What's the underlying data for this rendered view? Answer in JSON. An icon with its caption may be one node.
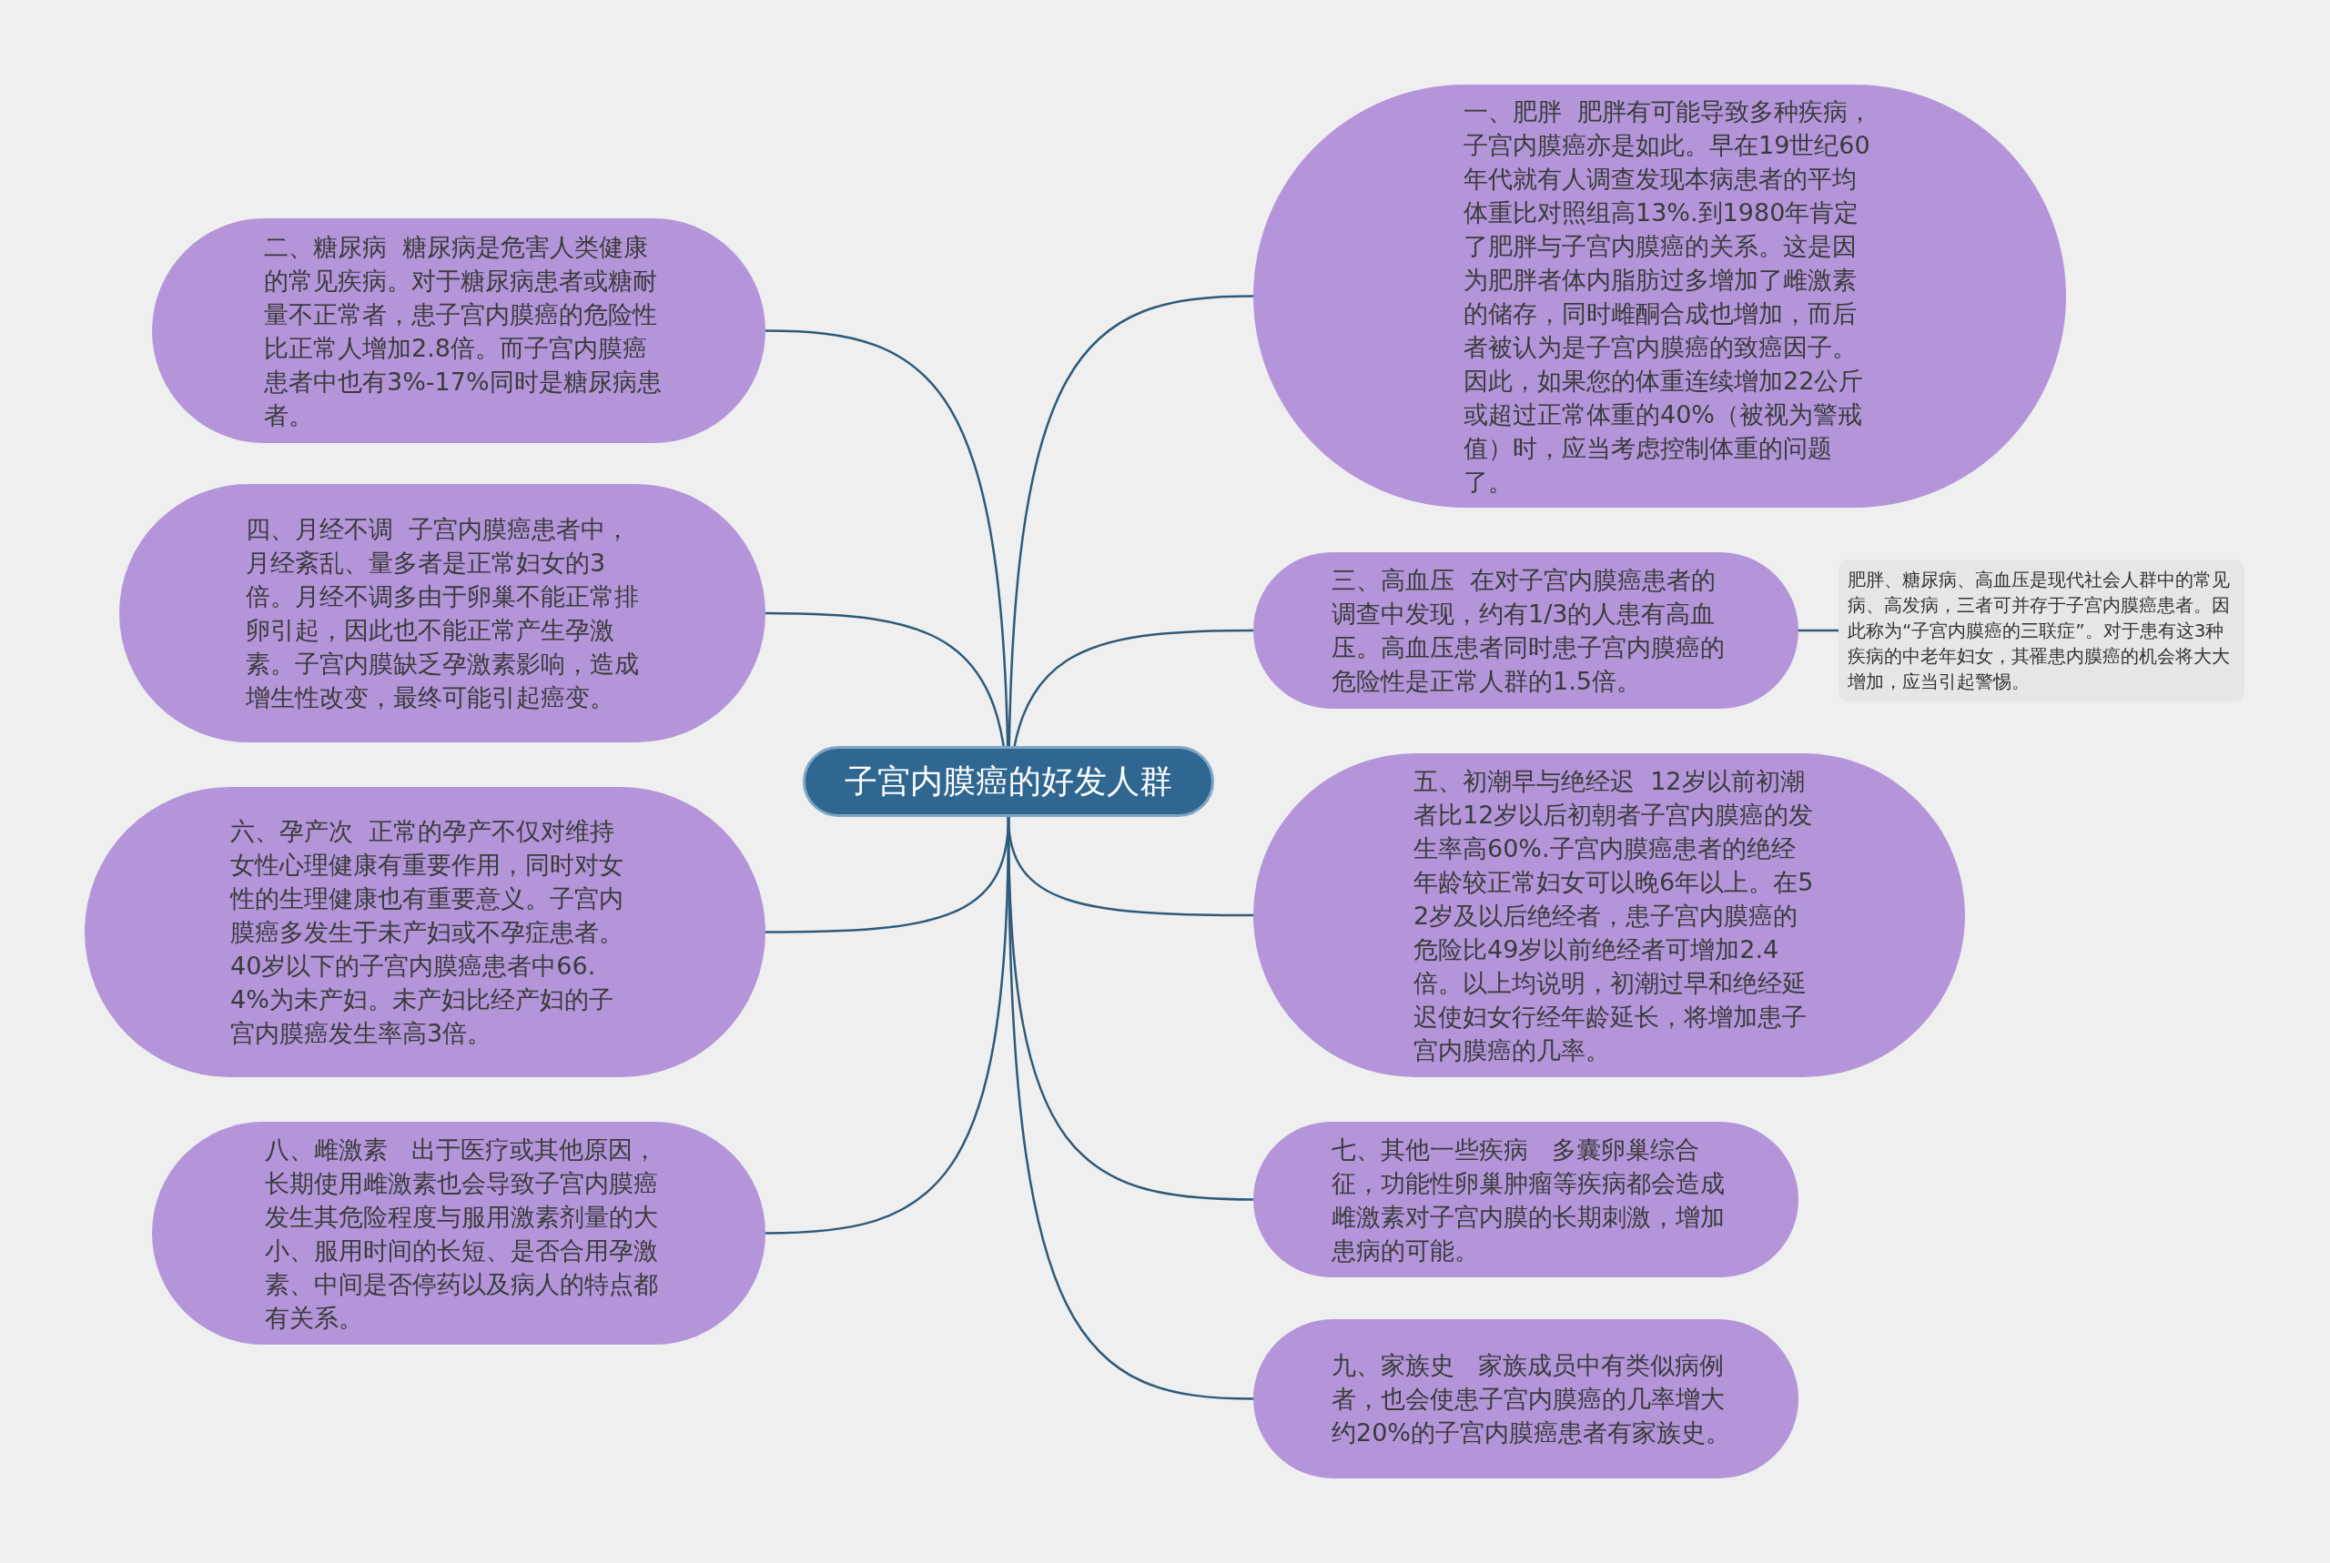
{
  "diagram": {
    "nodes": [
      {
        "text": [
          "子宫内膜癌的好发人群"
        ]
      },
      {
        "text": [
          "一、肥胖  肥胖有可能导致多种疾病，子宫内膜癌亦是如此。早在19世纪60年代就有人调查发现本病患者的平均体重比对照组高13%.到1980年肯定了肥胖与子宫内膜癌的关系。这是因为肥胖者体内脂肪过多增加了雌激素的储存，同时雌酮合成也增加，而后者被认为是子宫内膜癌的致癌因子。因此，如果您的体重连续增加22公斤或超过正常体重的40%（被视为警戒值）时，应当考虑控制体重的问题了。"
        ]
      },
      {
        "text": [
          "二、糖尿病  糖尿病是危害人类健康的常见疾病。对于糖尿病患者或糖耐量不正常者，患子宫内膜癌的危险性比正常人增加2.8倍。而子宫内膜癌患者中也有3%-17%同时是糖尿病患者。"
        ]
      },
      {
        "text": [
          "三、高血压  在对子宫内膜癌患者的调查中发现，约有1/3的人患有高血压。高血压患者同时患子宫内膜癌的危险性是正常人群的1.5倍。"
        ]
      },
      {
        "text": [
          "肥胖、糖尿病、高血压是现代社会人群中的常见病、高发病，三者可并存于子宫内膜癌患者。因此称为“子宫内膜癌的三联症”。对于患有这3种疾病的中老年妇女，其罹患内膜癌的机会将大大增加，应当引起警惕。"
        ]
      },
      {
        "text": [
          "四、月经不调  子宫内膜癌患者中，月经紊乱、量多者是正常妇女的3倍。月经不调多由于卵巢不能正常排卵引起，因此也不能正常产生孕激素。子宫内膜缺乏孕激素影响，造成增生性改变，最终可能引起癌变。"
        ]
      },
      {
        "text": [
          "五、初潮早与绝经迟  12岁以前初潮者比12岁以后初朝者子宫内膜癌的发生率高60%.子宫内膜癌患者的绝经年龄较正常妇女可以晚6年以上。在52岁及以后绝经者，患子宫内膜癌的危险比49岁以前绝经者可增加2.4倍。以上均说明，初潮过早和绝经延迟使妇女行经年龄延长，将增加患子宫内膜癌的几率。"
        ]
      },
      {
        "text": [
          "六、孕产次  正常的孕产不仅对维持女性心理健康有重要作用，同时对女性的生理健康也有重要意义。子宫内膜癌多发生于未产妇或不孕症患者。40岁以下的子宫内膜癌患者中66.4%为未产妇。未产妇比经产妇的子宫内膜癌发生率高3倍。"
        ]
      },
      {
        "text": [
          "七、其他一些疾病   多囊卵巢综合征，功能性卵巢肿瘤等疾病都会造成雌激素对子宫内膜的长期刺激，增加患病的可能。"
        ]
      },
      {
        "text": [
          "八、雌激素   出于医疗或其他原因，长期使用雌激素也会导致子宫内膜癌发生其危险程度与服用激素剂量的大小、服用时间的长短、是否合用孕激素、中间是否停药以及病人的特点都有关系。"
        ]
      },
      {
        "text": [
          "九、家族史   家族成员中有类似病例者，也会使患子宫内膜癌的几率增大约20%的子宫内膜癌患者有家族史。"
        ]
      }
    ],
    "edges": [
      {
        "from": 0,
        "to": 1,
        "arrow": "none"
      },
      {
        "from": 0,
        "to": 2,
        "arrow": "none"
      },
      {
        "from": 0,
        "to": 3,
        "arrow": "none"
      },
      {
        "from": 3,
        "to": 4,
        "arrow": "none"
      },
      {
        "from": 0,
        "to": 5,
        "arrow": "none"
      },
      {
        "from": 0,
        "to": 6,
        "arrow": "none"
      },
      {
        "from": 0,
        "to": 7,
        "arrow": "none"
      },
      {
        "from": 0,
        "to": 8,
        "arrow": "none"
      },
      {
        "from": 0,
        "to": 9,
        "arrow": "none"
      },
      {
        "from": 0,
        "to": 10,
        "arrow": "none"
      }
    ]
  }
}
